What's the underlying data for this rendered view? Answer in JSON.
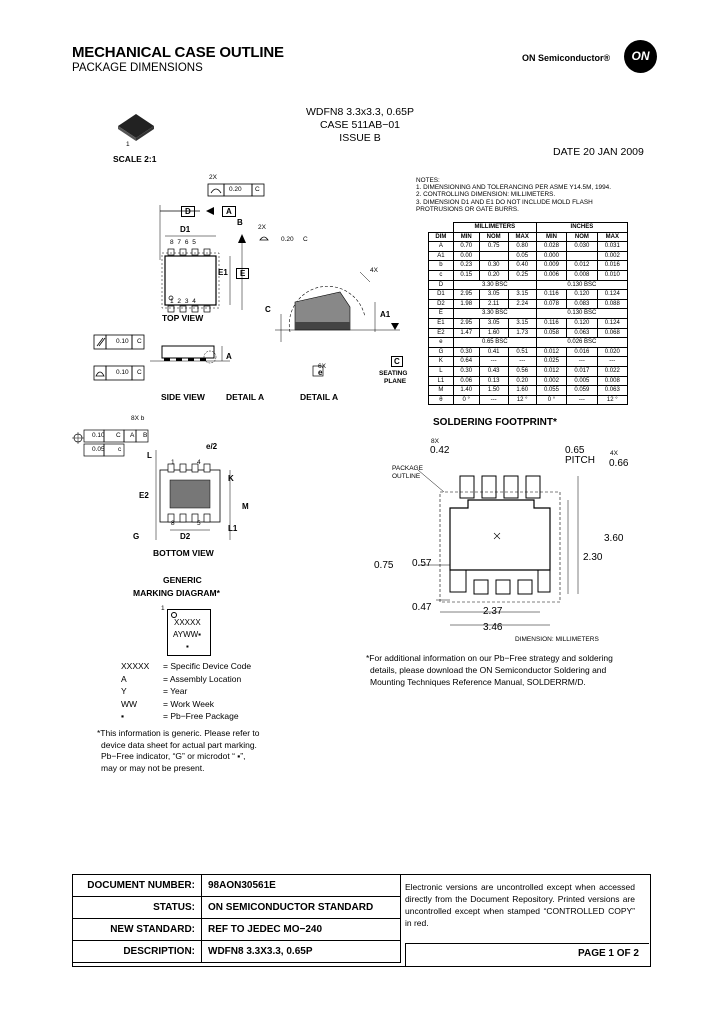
{
  "header": {
    "title": "MECHANICAL CASE OUTLINE",
    "subtitle": "PACKAGE DIMENSIONS",
    "brand": "ON Semiconductor®",
    "logo": "ON"
  },
  "case": {
    "package": "WDFN8 3.3x3.3, 0.65P",
    "case_no": "CASE 511AB−01",
    "issue": "ISSUE B",
    "scale": "SCALE 2:1",
    "pin1": "1",
    "date": "DATE 20 JAN 2009"
  },
  "notes": {
    "title": "NOTES:",
    "items": [
      "1.  DIMENSIONING AND TOLERANCING PER ASME Y14.5M, 1994.",
      "2.  CONTROLLING DIMENSION: MILLIMETERS.",
      "3.  DIMENSION D1 AND E1 DO NOT INCLUDE MOLD FLASH",
      "     PROTRUSIONS OR GATE BURRS."
    ]
  },
  "dim_table": {
    "group_mm": "MILLIMETERS",
    "group_in": "INCHES",
    "columns": [
      "DIM",
      "MIN",
      "NOM",
      "MAX",
      "MIN",
      "NOM",
      "MAX"
    ],
    "rows": [
      [
        "A",
        "0.70",
        "0.75",
        "0.80",
        "0.028",
        "0.030",
        "0.031"
      ],
      [
        "A1",
        "0.00",
        "",
        "0.05",
        "0.000",
        "",
        "0.002"
      ],
      [
        "b",
        "0.23",
        "0.30",
        "0.40",
        "0.009",
        "0.012",
        "0.016"
      ],
      [
        "c",
        "0.15",
        "0.20",
        "0.25",
        "0.006",
        "0.008",
        "0.010"
      ],
      [
        "D",
        "3.30 BSC",
        "",
        "",
        "0.130 BSC",
        "",
        ""
      ],
      [
        "D1",
        "2.95",
        "3.05",
        "3.15",
        "0.116",
        "0.120",
        "0.124"
      ],
      [
        "D2",
        "1.98",
        "2.11",
        "2.24",
        "0.078",
        "0.083",
        "0.088"
      ],
      [
        "E",
        "3.30 BSC",
        "",
        "",
        "0.130 BSC",
        "",
        ""
      ],
      [
        "E1",
        "2.95",
        "3.05",
        "3.15",
        "0.116",
        "0.120",
        "0.124"
      ],
      [
        "E2",
        "1.47",
        "1.60",
        "1.73",
        "0.058",
        "0.063",
        "0.068"
      ],
      [
        "e",
        "0.65 BSC",
        "",
        "",
        "0.026 BSC",
        "",
        ""
      ],
      [
        "G",
        "0.30",
        "0.41",
        "0.51",
        "0.012",
        "0.016",
        "0.020"
      ],
      [
        "K",
        "0.64",
        "---",
        "---",
        "0.025",
        "---",
        "---"
      ],
      [
        "L",
        "0.30",
        "0.43",
        "0.56",
        "0.012",
        "0.017",
        "0.022"
      ],
      [
        "L1",
        "0.06",
        "0.13",
        "0.20",
        "0.002",
        "0.005",
        "0.008"
      ],
      [
        "M",
        "1.40",
        "1.50",
        "1.60",
        "0.055",
        "0.059",
        "0.063"
      ],
      [
        "θ",
        "0 °",
        "---",
        "12 °",
        "0 °",
        "---",
        "12 °"
      ]
    ]
  },
  "top_view": {
    "label": "TOP VIEW",
    "tol_2x": "2X",
    "tol_val": "0.20",
    "tol_ref": "C",
    "d": "D",
    "a": "A",
    "b": "B",
    "d1": "D1",
    "e1": "E1",
    "e": "E",
    "pins_top": "8 7 6 5",
    "pins_bottom": "1 2 3 4"
  },
  "side_view": {
    "label": "SIDE VIEW",
    "tol1": "0.10",
    "tol1_ref": "C",
    "tol2": "0.10",
    "tol2_ref": "C",
    "a": "A",
    "detail": "DETAIL A"
  },
  "detail_a": {
    "label": "DETAIL A",
    "c": "C",
    "a1": "A1",
    "theta": "4X",
    "sixx": "6X",
    "e": "e",
    "datum": "C",
    "seating": "SEATING",
    "plane": "PLANE"
  },
  "bottom_view": {
    "label": "BOTTOM VIEW",
    "bx": "8X b",
    "tol1": "0.10",
    "tol1_refs": [
      "C",
      "A",
      "B"
    ],
    "tol2": "0.05",
    "tol2_ref": "c",
    "l": "L",
    "e2_half": "e/2",
    "k": "K",
    "e2": "E2",
    "m": "M",
    "g": "G",
    "d2": "D2",
    "l1": "L1",
    "pin1": "1",
    "pin4": "4",
    "pin8": "8",
    "pin5": "5"
  },
  "marking": {
    "title1": "GENERIC",
    "title2": "MARKING DIAGRAM*",
    "pin1": "1",
    "line1": "XXXXX",
    "line2": "AYWW▪",
    "line3": "▪",
    "legend": [
      {
        "key": "XXXXX",
        "val": "= Specific Device Code"
      },
      {
        "key": "A",
        "val": "= Assembly Location"
      },
      {
        "key": "Y",
        "val": "= Year"
      },
      {
        "key": "WW",
        "val": "= Work Week"
      },
      {
        "key": "▪",
        "val": "= Pb−Free Package"
      }
    ],
    "note": [
      "*This information is generic. Please refer to",
      "device data sheet for actual part marking.",
      "Pb−Free indicator, “G” or microdot “ ▪”,",
      "may or may not be present."
    ]
  },
  "footprint": {
    "title": "SOLDERING FOOTPRINT*",
    "d042": "0.42",
    "d042x": "8X",
    "d065": "0.65",
    "pitch": "PITCH",
    "d066": "0.66",
    "d066x": "4X",
    "outline1": "PACKAGE",
    "outline2": "OUTLINE",
    "d360": "3.60",
    "d230": "2.30",
    "d075": "0.75",
    "d057": "0.57",
    "d047": "0.47",
    "d237": "2.37",
    "d346": "3.46",
    "dimension": "DIMENSION: MILLIMETERS",
    "note": [
      "*For additional information on our Pb−Free strategy and soldering",
      "details, please download the ON Semiconductor Soldering and",
      "Mounting Techniques Reference Manual, SOLDERRM/D."
    ]
  },
  "footer": {
    "rows": [
      {
        "label": "DOCUMENT NUMBER:",
        "value": "98AON30561E"
      },
      {
        "label": "STATUS:",
        "value": "ON SEMICONDUCTOR STANDARD"
      },
      {
        "label": "NEW STANDARD:",
        "value": "REF TO JEDEC MO−240"
      },
      {
        "label": "DESCRIPTION:",
        "value": "WDFN8 3.3X3.3, 0.65P"
      }
    ],
    "disclaimer": "Electronic versions are uncontrolled except when accessed directly from the Document Repository. Printed versions are uncontrolled except when stamped “CONTROLLED COPY” in red.",
    "page": "PAGE 1 OF 2"
  }
}
